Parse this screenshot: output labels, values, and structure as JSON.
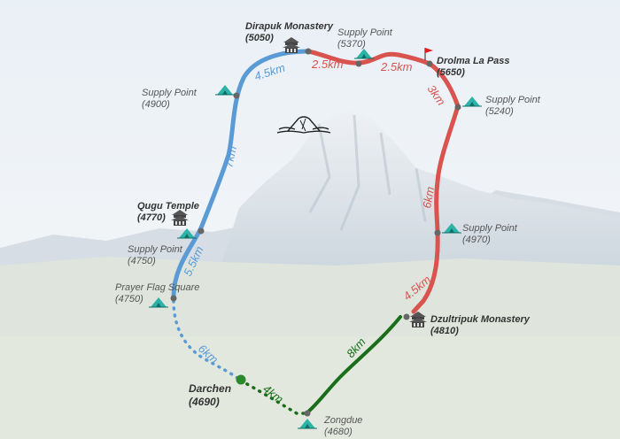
{
  "colors": {
    "west_route": "#5b9bd5",
    "east_route": "#d9534f",
    "south_route": "#1a6e1a",
    "tent": "#2ab3a6",
    "flag": "#e02020"
  },
  "places": {
    "dirapuk": {
      "name": "Dirapuk Monastery",
      "elev": "(5050)"
    },
    "sp5370": {
      "name": "Supply Point",
      "elev": "(5370)"
    },
    "drolma": {
      "name": "Drolma La  Pass",
      "elev": "(5650)"
    },
    "sp5240": {
      "name": "Supply Point",
      "elev": "(5240)"
    },
    "sp4900": {
      "name": "Supply Point",
      "elev": "(4900)"
    },
    "qugu": {
      "name": "Qugu Temple",
      "elev": "(4770)"
    },
    "sp4750": {
      "name": "Supply Point",
      "elev": "(4750)"
    },
    "prayer": {
      "name": "Prayer  Flag Square",
      "elev": "(4750)"
    },
    "sp4970": {
      "name": "Supply Point",
      "elev": "(4970)"
    },
    "dzultripuk": {
      "name": "Dzultripuk Monastery",
      "elev": "(4810)"
    },
    "darchen": {
      "name": "Darchen",
      "elev": "(4690)"
    },
    "zongdue": {
      "name": "Zongdue",
      "elev": "(4680)"
    }
  },
  "distances": {
    "d1": "4.5km",
    "d2": "2.5km",
    "d3": "2.5km",
    "d4": "3km",
    "d5": "7km",
    "d6": "6km",
    "d7": "5.5km",
    "d8": "4.5km",
    "d9": "6km",
    "d10": "8km",
    "d11": "4km"
  },
  "icons": {
    "monastery": "monastery-icon",
    "tent": "tent-icon",
    "flag": "flag-icon",
    "mountain": "mountain-icon"
  }
}
